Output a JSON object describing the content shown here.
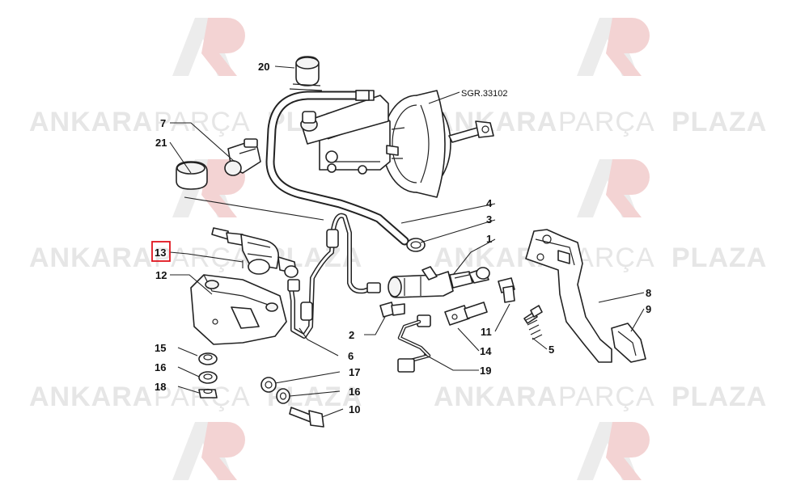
{
  "watermark": {
    "word1": "ANKARA",
    "word2": "PARÇA",
    "word3": "PLAZA"
  },
  "reference": "SGR.33102",
  "highlighted_callout": "13",
  "callouts": {
    "c1": "1",
    "c2": "2",
    "c3": "3",
    "c4": "4",
    "c5": "5",
    "c6": "6",
    "c7": "7",
    "c8": "8",
    "c9": "9",
    "c10": "10",
    "c11": "11",
    "c12": "12",
    "c13": "13",
    "c14": "14",
    "c15": "15",
    "c16a": "16",
    "c16b": "16",
    "c17": "17",
    "c18": "18",
    "c19": "19",
    "c20": "20",
    "c21": "21"
  },
  "colors": {
    "highlight": "#e0141e",
    "watermark_text": "#e6e6e6",
    "watermark_logo_accent": "#f3d3d3"
  }
}
